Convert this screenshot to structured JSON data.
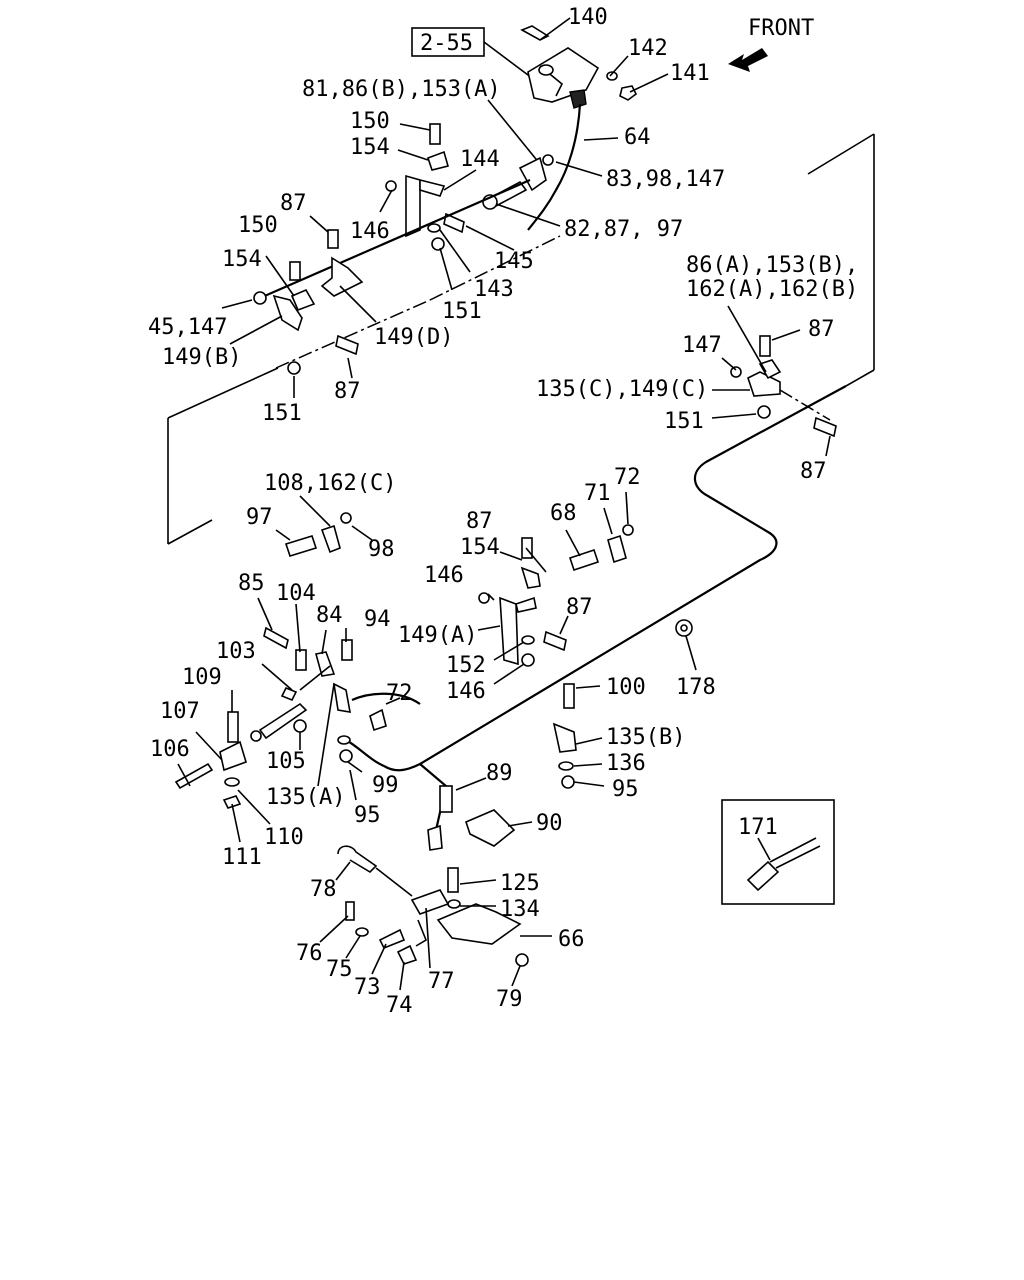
{
  "ref_box": "2-55",
  "front_label": "FRONT",
  "parts": {
    "p140": "140",
    "p142": "142",
    "p141": "141",
    "p64": "64",
    "p81": "81,86(B),153(A)",
    "p150a": "150",
    "p154a": "154",
    "p144": "144",
    "p83": "83,98,147",
    "p82": "82,87, 97",
    "p146a": "146",
    "p145": "145",
    "p143": "143",
    "p151a": "151",
    "p87a": "87",
    "p150b": "150",
    "p154b": "154",
    "p45": "45,147",
    "p149b": "149(B)",
    "p149d": "149(D)",
    "p87b": "87",
    "p151b": "151",
    "p86": "86(A),153(B),",
    "p162": "162(A),162(B)",
    "p87c": "87",
    "p147": "147",
    "p135c": "135(C),149(C)",
    "p151c": "151",
    "p87d": "87",
    "p108": "108,162(C)",
    "p97": "97",
    "p98": "98",
    "p87e": "87",
    "p154c": "154",
    "p68": "68",
    "p71": "71",
    "p72a": "72",
    "p146b": "146",
    "p149a": "149(A)",
    "p87f": "87",
    "p152": "152",
    "p146c": "146",
    "p85": "85",
    "p104": "104",
    "p84": "84",
    "p94": "94",
    "p103": "103",
    "p72b": "72",
    "p109": "109",
    "p107": "107",
    "p105": "105",
    "p99": "99",
    "p106": "106",
    "p135a": "135(A)",
    "p95a": "95",
    "p110": "110",
    "p111": "111",
    "p100": "100",
    "p178": "178",
    "p135b": "135(B)",
    "p136": "136",
    "p95b": "95",
    "p89": "89",
    "p90": "90",
    "p171": "171",
    "p78": "78",
    "p125": "125",
    "p134": "134",
    "p66": "66",
    "p76": "76",
    "p75": "75",
    "p73": "73",
    "p74": "74",
    "p77": "77",
    "p79": "79"
  }
}
